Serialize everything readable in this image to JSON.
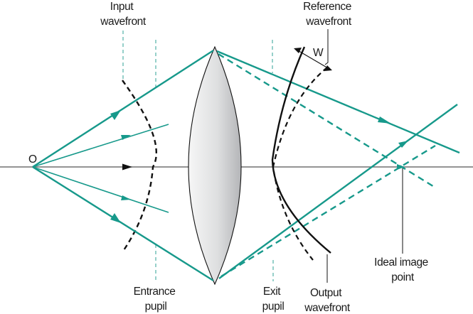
{
  "title": "Wavefront aberration through a lens",
  "colors": {
    "ray": "#17998b",
    "axis": "#707070",
    "wavefront": "#111111",
    "lens_light": "#f4f4f4",
    "lens_dark": "#b9babd",
    "leader": "#111111"
  },
  "labels": {
    "object_point": "O",
    "input_wavefront": [
      "Input",
      "wavefront"
    ],
    "reference_wavefront": [
      "Reference",
      "wavefront"
    ],
    "wavefront_error": "W",
    "entrance_pupil": [
      "Entrance",
      "pupil"
    ],
    "exit_pupil": [
      "Exit",
      "pupil"
    ],
    "output_wavefront": [
      "Output",
      "wavefront"
    ],
    "ideal_image_point": [
      "Ideal image",
      "point"
    ]
  },
  "elements": {
    "lens": "biconvex-lens",
    "optical_axis": "horizontal-axis-through-O",
    "real_rays": [
      "marginal-upper",
      "paraxial-upper",
      "axial",
      "paraxial-lower",
      "marginal-lower"
    ],
    "ideal_rays": [
      "ideal-upper-dashed",
      "ideal-lower-dashed"
    ]
  }
}
